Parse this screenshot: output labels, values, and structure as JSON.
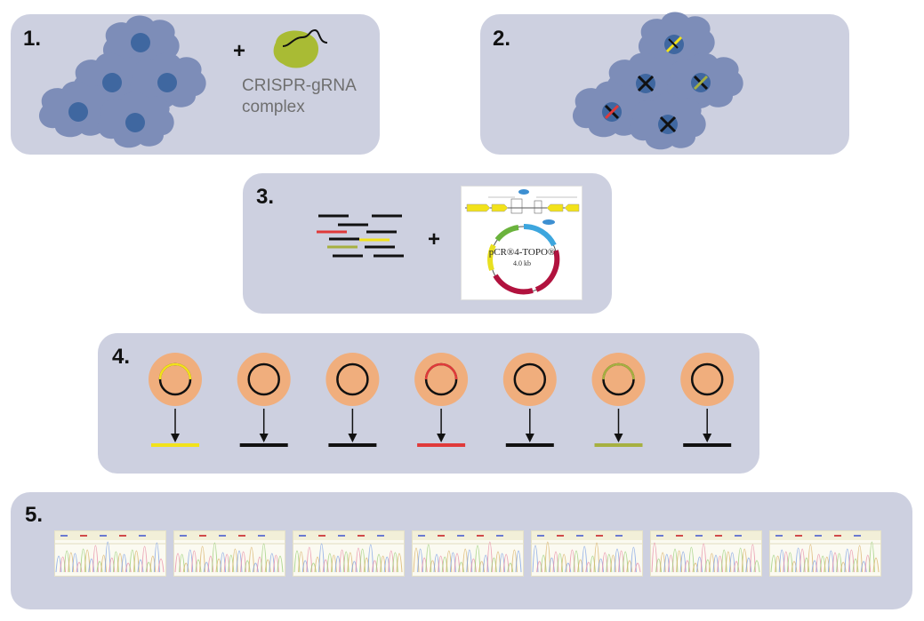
{
  "steps": [
    {
      "number": "1."
    },
    {
      "number": "2."
    },
    {
      "number": "3."
    },
    {
      "number": "4."
    },
    {
      "number": "5."
    }
  ],
  "step1": {
    "plus": "+",
    "complex_label_line1": "CRISPR-gRNA",
    "complex_label_line2": "complex"
  },
  "step3": {
    "plus": "+",
    "vector_name": "pCR®4-TOPO®",
    "vector_size": "4.0 kb"
  },
  "step4": {
    "clone_colors": [
      "#f2e21a",
      "#111111",
      "#111111",
      "#e03a3a",
      "#111111",
      "#a6b040",
      "#111111"
    ]
  },
  "step5": {
    "trace_count": 7
  },
  "colors": {
    "panel": "#cdd0e0",
    "cell": "#7d8db8",
    "nucleus": "#3f67a0",
    "complex": "#a9bb34",
    "colony": "#f0ae7d",
    "yellow": "#f2e21a",
    "red": "#e03a3a",
    "olive": "#a6b040"
  }
}
